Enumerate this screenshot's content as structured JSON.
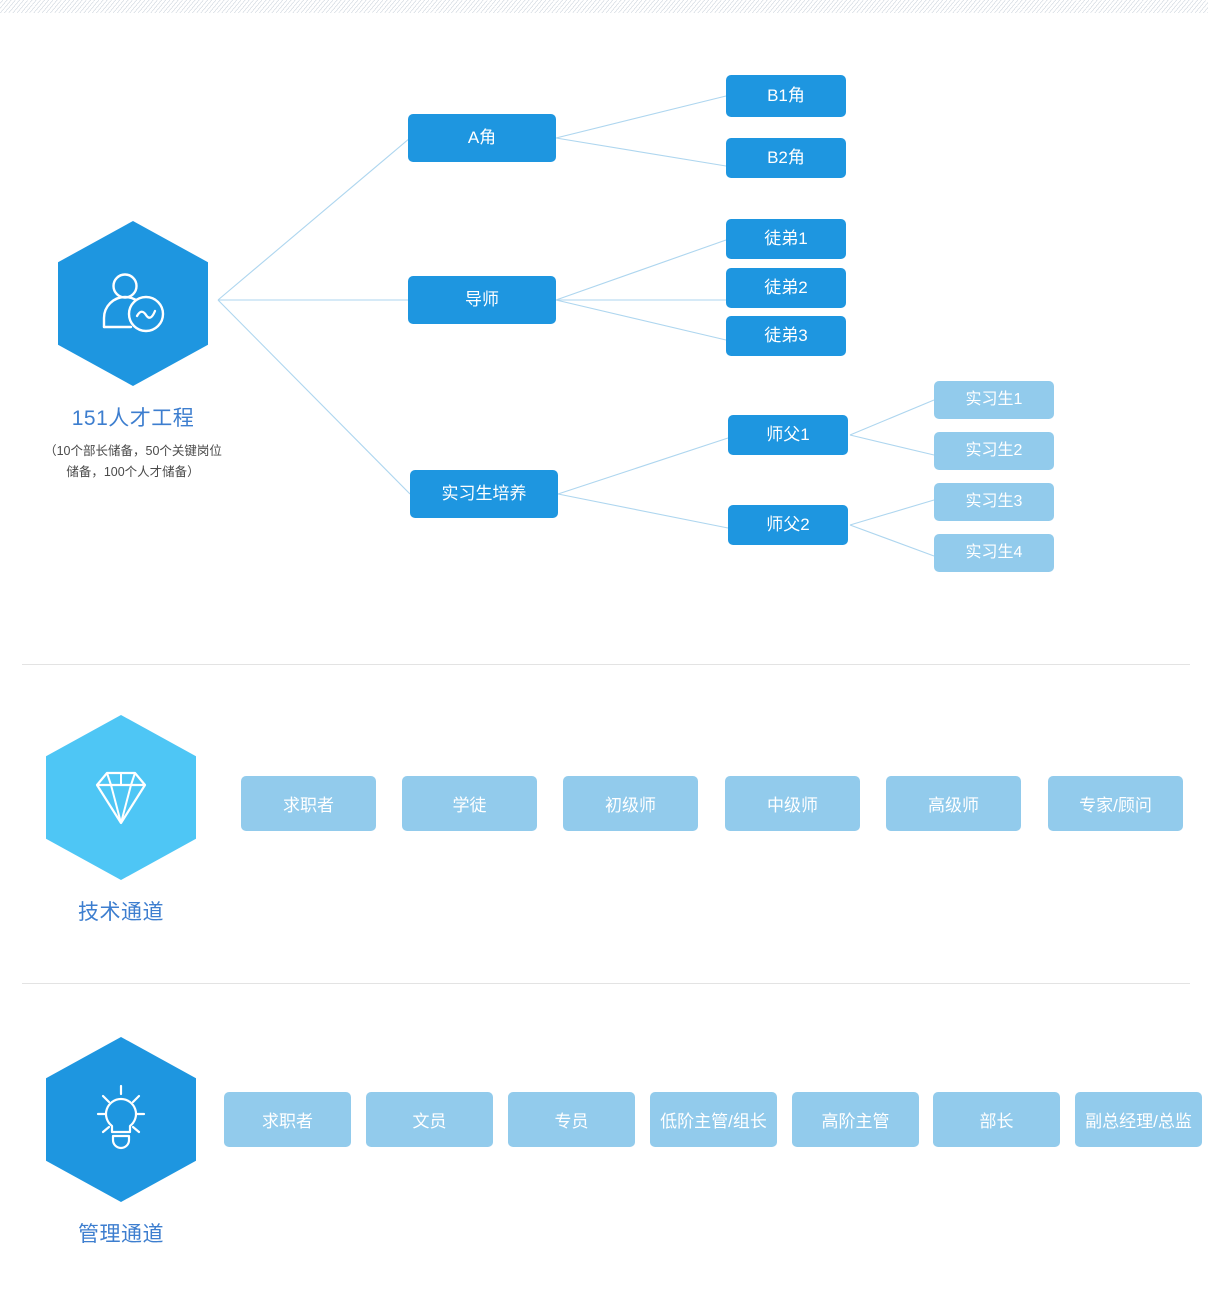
{
  "page": {
    "background_color": "#ffffff",
    "accent_blue": "#1e96e0",
    "accent_light_blue": "#92cbec",
    "accent_cyan": "#4ec6f5",
    "link_color": "#aed6ef",
    "title_text_color": "#3d7ecf"
  },
  "sections": {
    "talent_program": {
      "hex_icon": "person-analytics-icon",
      "title": "151人才工程",
      "subtitle_line1": "（10个部长储备，50个关键岗位",
      "subtitle_line2": "储备，100个人才储备）",
      "branches": [
        {
          "label": "A角",
          "children": [
            {
              "label": "B1角",
              "children": []
            },
            {
              "label": "B2角",
              "children": []
            }
          ]
        },
        {
          "label": "导师",
          "children": [
            {
              "label": "徒弟1",
              "children": []
            },
            {
              "label": "徒弟2",
              "children": []
            },
            {
              "label": "徒弟3",
              "children": []
            }
          ]
        },
        {
          "label": "实习生培养",
          "children": [
            {
              "label": "师父1",
              "children": [
                {
                  "label": "实习生1"
                },
                {
                  "label": "实习生2"
                }
              ]
            },
            {
              "label": "师父2",
              "children": [
                {
                  "label": "实习生3"
                },
                {
                  "label": "实习生4"
                }
              ]
            }
          ]
        }
      ]
    },
    "technical_channel": {
      "hex_icon": "diamond-icon",
      "title": "技术通道",
      "steps": [
        "求职者",
        "学徒",
        "初级师",
        "中级师",
        "高级师",
        "专家/顾问"
      ]
    },
    "management_channel": {
      "hex_icon": "lightbulb-icon",
      "title": "管理通道",
      "steps": [
        "求职者",
        "文员",
        "专员",
        "低阶主管/组长",
        "高阶主管",
        "部长",
        "副总经理/总监"
      ]
    }
  }
}
